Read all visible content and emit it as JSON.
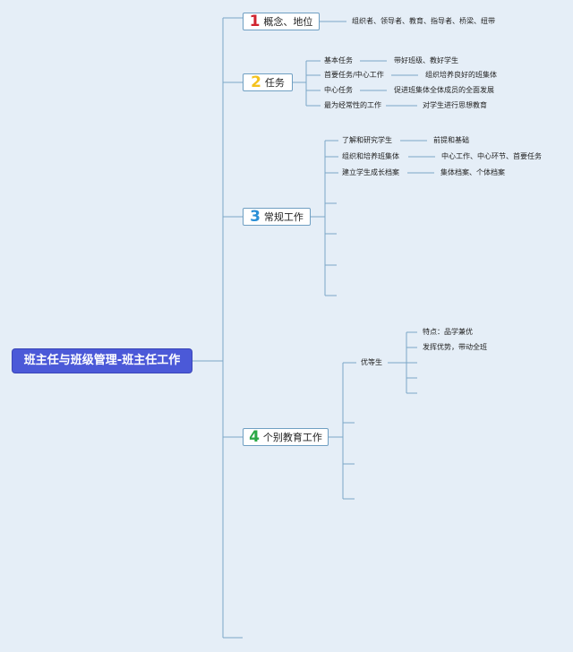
{
  "root": {
    "title": "班主任与班级管理-班主任工作"
  },
  "branches": [
    {
      "num": "1",
      "label": "概念、地位",
      "leaf": "组织者、领导者、教育、指导者、桥梁、纽带"
    },
    {
      "num": "2",
      "label": "任务",
      "items": [
        {
          "name": "基本任务",
          "detail": "带好班级、教好学生"
        },
        {
          "name": "首要任务/中心工作",
          "detail": "组织培养良好的班集体"
        },
        {
          "name": "中心任务",
          "detail": "促进班集体全体成员的全面发展"
        },
        {
          "name": "最为经常性的工作",
          "detail": "对学生进行思想教育"
        }
      ]
    },
    {
      "num": "3",
      "label": "常规工作",
      "items": [
        {
          "name": "了解和研究学生",
          "detail": "前提和基础"
        },
        {
          "name": "组织和培养班集体",
          "detail": "中心工作、中心环节、首要任务"
        },
        {
          "name": "建立学生成长档案",
          "detail": "集体档案、个体档案"
        }
      ]
    },
    {
      "num": "4",
      "label": "个别教育工作",
      "sub": {
        "name": "优等生",
        "items": [
          "特点：品学兼优",
          "发挥优势，带动全班"
        ]
      }
    }
  ]
}
